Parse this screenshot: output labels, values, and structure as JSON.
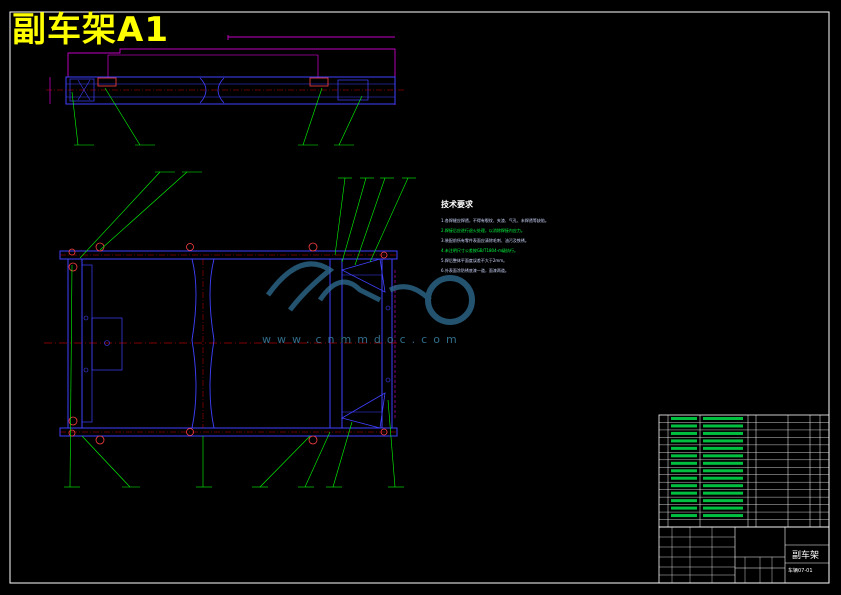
{
  "drawing": {
    "title": "副车架A1",
    "watermark_url": "www.cnmmdoc.com",
    "colors": {
      "background": "#000000",
      "frame": "#ffffff",
      "part_outline": "#4040ff",
      "leaders": "#00ff00",
      "dimensions": "#ff00ff",
      "center_lines": "#ff0000",
      "bolts": "#ff4040",
      "title_text": "#ffff00"
    }
  },
  "tech_requirements": {
    "heading": "技术要求",
    "notes": [
      "1.各焊缝应焊透，不得有裂纹、夹渣、气孔、未焊透等缺陷。",
      "2.焊接后应进行退火处理，以消除焊接内应力。",
      "3.装配前所有零件表面应清除毛刺、油污及铁锈。",
      "4.未注明尺寸公差按GB/T1804-m级执行。",
      "5.焊后整体平面度误差不大于2mm。",
      "6.外表面涂防锈底漆一道，面漆两道。"
    ]
  },
  "title_block": {
    "part_name": "副车架",
    "drawing_code": "车辆07-01"
  }
}
